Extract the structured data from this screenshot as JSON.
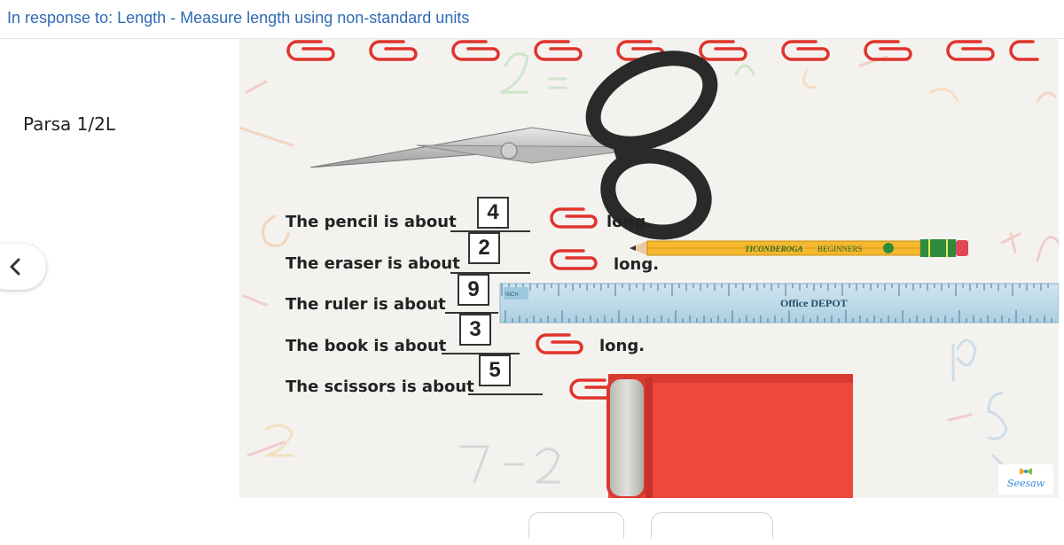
{
  "header": {
    "title": "In response to: Length - Measure length using non-standard units"
  },
  "student": {
    "name": "Parsa 1/2L"
  },
  "worksheet": {
    "rows": [
      {
        "label": "The pencil is about",
        "answer": "4",
        "suffix": "long."
      },
      {
        "label": "The eraser is about",
        "answer": "2",
        "suffix": "long."
      },
      {
        "label": "The ruler is about",
        "answer": "9",
        "suffix": ""
      },
      {
        "label": "The book is about",
        "answer": "3",
        "suffix": "long."
      },
      {
        "label": "The scissors is about",
        "answer": "5",
        "suffix": ""
      }
    ]
  },
  "pencil": {
    "brand": "TICONDEROGA",
    "model": "BEGINNERS"
  },
  "ruler": {
    "brand": "Office DEPOT",
    "unit_label": "INCH"
  },
  "branding": {
    "logo_text": "Seesaw"
  },
  "colors": {
    "header_link": "#2f6ab4",
    "paperclip": "#e0332c",
    "book": "#f0473c",
    "pencil": "#f5b82e"
  }
}
